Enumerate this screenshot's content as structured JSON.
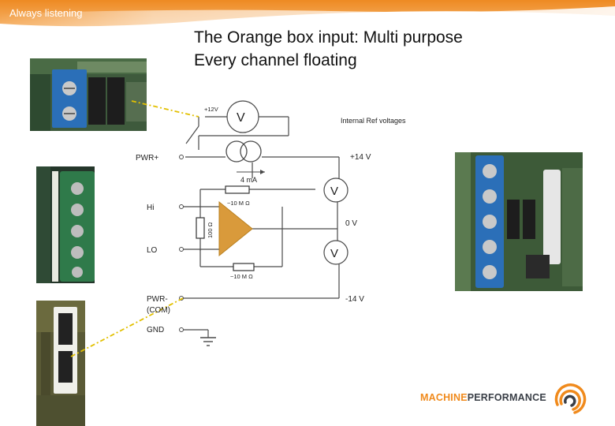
{
  "header": {
    "tagline": "Always listening"
  },
  "title": {
    "line1": "The Orange box input: Multi purpose",
    "line2": "Every channel floating"
  },
  "labels": {
    "supply": "+12V",
    "ref_voltages": "Internal Ref voltages",
    "pwr_plus": "PWR+",
    "plus14": "+14 V",
    "current": "4 mA",
    "hi": "Hi",
    "lo": "LO",
    "res_top": "~10 M Ω",
    "res_bottom": "~10 M Ω",
    "res_shunt": "100 Ω",
    "zero_v": "0 V",
    "pwr_minus_1": "PWR-",
    "pwr_minus_2": "(COM)",
    "minus14": "-14 V",
    "gnd": "GND",
    "meter": "V"
  },
  "logo": {
    "part1": "MACHINE",
    "part2": "PERFORMANCE"
  },
  "colors": {
    "banner_orange": "#f08a1c",
    "amplifier": "#d99a3b",
    "callout_line": "#e2c000",
    "terminal_blue": "#2b6fb8",
    "terminal_green": "#2f7a4a",
    "logo_grey": "#3a3f47"
  },
  "photos": {
    "top_left": "blue-terminal-photo",
    "left": "green-terminal-strip-photo",
    "right": "blue-terminal-strip-photo",
    "bottom_left": "dip-switch-photo"
  }
}
